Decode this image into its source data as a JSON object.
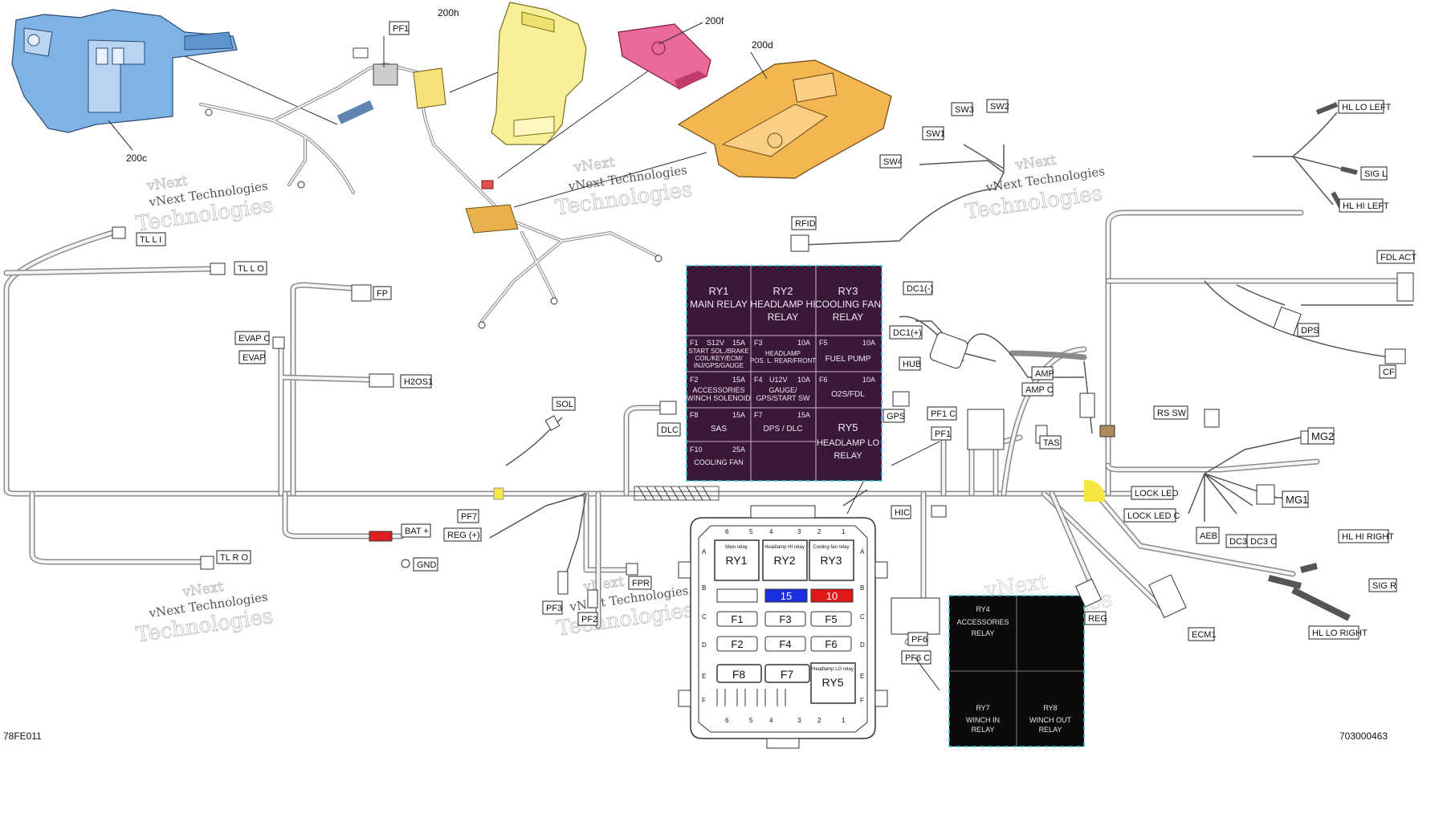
{
  "figure_codes": {
    "left": "78FE011",
    "right": "703000463"
  },
  "watermark": {
    "line1": "vNext Technologies",
    "line2": "vNext",
    "line3": "Technologies"
  },
  "parts": {
    "p200c": "200c",
    "p200h": "200h",
    "p200f": "200f",
    "p200d": "200d"
  },
  "connectors": {
    "pf1": "PF1",
    "tli": "TL L I",
    "tlo": "TL L O",
    "fp": "FP",
    "evapc": "EVAP C",
    "evap": "EVAP",
    "h2os1": "H2OS1",
    "sol": "SOL",
    "dlc": "DLC",
    "rfid": "RFID",
    "sw1": "SW1",
    "sw2": "SW2",
    "sw3": "SW3",
    "sw4": "SW4",
    "hllol": "HL LO LEFT",
    "sigl": "SIG L",
    "hlhil": "HL HI LEFT",
    "fdlact": "FDL ACT",
    "dps": "DPS",
    "cf": "CF",
    "dc1m": "DC1(-)",
    "dc1p": "DC1(+)",
    "hub": "HUB",
    "gps": "GPS",
    "amp": "AMP",
    "ampc": "AMP C",
    "pf1c": "PF1 C",
    "pf1b": "PF1",
    "tas": "TAS",
    "rssw": "RS SW",
    "mg2": "MG2",
    "mg1": "MG1",
    "lockled": "LOCK LED",
    "lockledc": "LOCK LED C",
    "aeb": "AEB",
    "dc3": "DC3",
    "dc3c": "DC3 C",
    "hlhir": "HL HI RIGHT",
    "sigr": "SIG R",
    "hllor": "HL LO RIGHT",
    "ecm1": "ECM1",
    "reg": "REG",
    "hic": "HIC",
    "pf6": "PF6",
    "pf6c": "PF6 C",
    "pf7": "PF7",
    "regp": "REG (+)",
    "batp": "BAT +",
    "gnd": "GND",
    "tlro": "TL R O",
    "pf3": "PF3",
    "pf2": "PF2",
    "fpr": "FPR"
  },
  "fusebox_top": {
    "ry1": [
      "RY1",
      "MAIN RELAY"
    ],
    "ry2": [
      "RY2",
      "HEADLAMP HI",
      "RELAY"
    ],
    "ry3": [
      "RY3",
      "COOLING FAN",
      "RELAY"
    ],
    "f1": {
      "id": "F1",
      "mid": "S12V",
      "amp": "15A",
      "desc": [
        "START SOL./BRAKE",
        "COIL/KEY/ECM/",
        "INJ/GPS/GAUGE"
      ]
    },
    "f3": {
      "id": "F3",
      "amp": "10A",
      "desc": [
        "HEADLAMP",
        "POS. L. REAR/FRONT"
      ]
    },
    "f5": {
      "id": "F5",
      "amp": "10A",
      "desc": [
        "FUEL PUMP"
      ]
    },
    "f2": {
      "id": "F2",
      "amp": "15A",
      "desc": [
        "ACCESSORIES",
        "WINCH SOLENOID"
      ]
    },
    "f4": {
      "id": "F4",
      "mid": "U12V",
      "amp": "10A",
      "desc": [
        "GAUGE/",
        "GPS/START SW"
      ]
    },
    "f6": {
      "id": "F6",
      "amp": "10A",
      "desc": [
        "O2S/FDL"
      ]
    },
    "f8": {
      "id": "F8",
      "amp": "15A",
      "desc": [
        "SAS"
      ]
    },
    "f7": {
      "id": "F7",
      "amp": "15A",
      "desc": [
        "DPS / DLC"
      ]
    },
    "ry5": [
      "RY5",
      "HEADLAMP LO",
      "RELAY"
    ],
    "f10": {
      "id": "F10",
      "amp": "25A",
      "desc": [
        "COOLING FAN"
      ]
    }
  },
  "fusebox_black": {
    "ry4": [
      "RY4",
      "ACCESSORIES",
      "RELAY"
    ],
    "ry7": [
      "RY7",
      "WINCH IN",
      "RELAY"
    ],
    "ry8": [
      "RY8",
      "WINCH OUT",
      "RELAY"
    ]
  },
  "fusebox_drawing": {
    "cols": [
      "6",
      "5",
      "4",
      "3",
      "2",
      "1"
    ],
    "rows": [
      "A",
      "B",
      "C",
      "D",
      "E",
      "F"
    ],
    "relays": [
      {
        "small": "Main relay",
        "big": "RY1"
      },
      {
        "small": "Headlamp HI relay",
        "big": "RY2"
      },
      {
        "small": "Cooling fan relay",
        "big": "RY3"
      }
    ],
    "fuse15": "15",
    "fuse10": "10",
    "fuses": [
      "F1",
      "F3",
      "F5",
      "F2",
      "F4",
      "F6",
      "F8",
      "F7"
    ],
    "ry5small": "Headlamp LO relay",
    "ry5big": "RY5"
  },
  "colors": {
    "purple": "#3a1838",
    "black": "#0b0b0b",
    "cyan": "#2ec4d8",
    "yellow": "#f7ef8a",
    "orange": "#f4b650",
    "pink": "#e9699a",
    "blue": "#7fb2e5",
    "fuse_blue": "#1a2fe0",
    "fuse_red": "#e01818"
  }
}
